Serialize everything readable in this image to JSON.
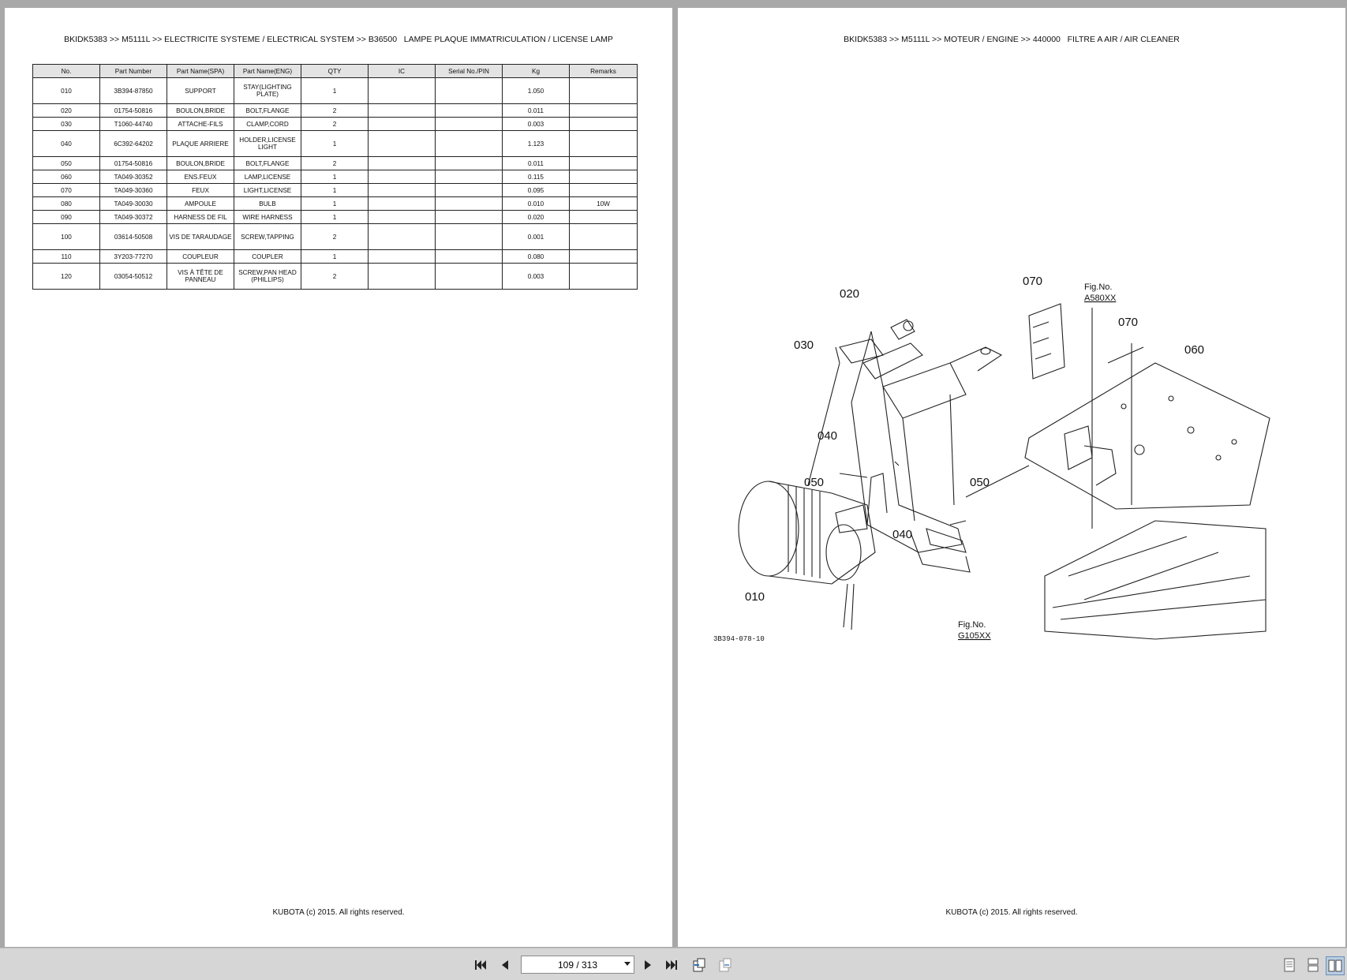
{
  "left_page": {
    "breadcrumb": "BKIDK5383 >> M5111L >> ELECTRICITE SYSTEME / ELECTRICAL SYSTEM >> B36500   LAMPE PLAQUE IMMATRICULATION / LICENSE LAMP",
    "footer": "KUBOTA (c) 2015. All rights reserved.",
    "table": {
      "headers": [
        "No.",
        "Part Number",
        "Part Name(SPA)",
        "Part Name(ENG)",
        "QTY",
        "IC",
        "Serial No./PIN",
        "Kg",
        "Remarks"
      ],
      "rows": [
        [
          "010",
          "3B394-87850",
          "SUPPORT",
          "STAY(LIGHTING PLATE)",
          "1",
          "",
          "",
          "1.050",
          ""
        ],
        [
          "020",
          "01754-50816",
          "BOULON,BRIDE",
          "BOLT,FLANGE",
          "2",
          "",
          "",
          "0.011",
          ""
        ],
        [
          "030",
          "T1060-44740",
          "ATTACHE-FILS",
          "CLAMP,CORD",
          "2",
          "",
          "",
          "0.003",
          ""
        ],
        [
          "040",
          "6C392-64202",
          "PLAQUE ARRIERE",
          "HOLDER,LICENSE LIGHT",
          "1",
          "",
          "",
          "1.123",
          ""
        ],
        [
          "050",
          "01754-50816",
          "BOULON,BRIDE",
          "BOLT,FLANGE",
          "2",
          "",
          "",
          "0.011",
          ""
        ],
        [
          "060",
          "TA049-30352",
          "ENS.FEUX",
          "LAMP,LICENSE",
          "1",
          "",
          "",
          "0.115",
          ""
        ],
        [
          "070",
          "TA049-30360",
          "FEUX",
          "LIGHT,LICENSE",
          "1",
          "",
          "",
          "0.095",
          ""
        ],
        [
          "080",
          "TA049-30030",
          "AMPOULE",
          "BULB",
          "1",
          "",
          "",
          "0.010",
          "10W"
        ],
        [
          "090",
          "TA049-30372",
          "HARNESS DE FIL",
          "WIRE HARNESS",
          "1",
          "",
          "",
          "0.020",
          ""
        ],
        [
          "100",
          "03614-50508",
          "VIS DE TARAUDAGE",
          "SCREW,TAPPING",
          "2",
          "",
          "",
          "0.001",
          ""
        ],
        [
          "110",
          "3Y203-77270",
          "COUPLEUR",
          "COUPLER",
          "1",
          "",
          "",
          "0.080",
          ""
        ],
        [
          "120",
          "03054-50512",
          "VIS À TÊTE DE PANNEAU",
          "SCREW,PAN HEAD (PHILLIPS)",
          "2",
          "",
          "",
          "0.003",
          ""
        ]
      ]
    }
  },
  "right_page": {
    "breadcrumb": "BKIDK5383 >> M5111L >> MOTEUR / ENGINE >> 440000   FILTRE A AIR / AIR CLEANER",
    "footer": "KUBOTA (c) 2015. All rights reserved.",
    "figure": {
      "callouts": [
        "020",
        "070",
        "070",
        "060",
        "030",
        "040",
        "050",
        "050",
        "040",
        "010"
      ],
      "fig_ref_1_label": "Fig.No.",
      "fig_ref_1_value": "A580XX",
      "fig_ref_2_label": "Fig.No.",
      "fig_ref_2_value": "G105XX",
      "drawing_code": "3B394-078-10"
    }
  },
  "toolbar": {
    "page_indicator": "109 / 313",
    "icons": [
      "first-page-icon",
      "prev-page-icon",
      "next-page-icon",
      "last-page-icon",
      "back-view-icon",
      "forward-view-icon",
      "single-page-view-icon",
      "continuous-view-icon",
      "two-page-view-icon"
    ]
  }
}
